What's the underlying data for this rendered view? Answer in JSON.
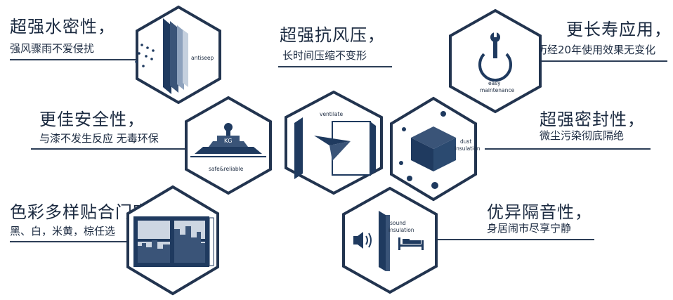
{
  "colors": {
    "navy": "#1f3a5f",
    "outline": "#22344f",
    "text": "#1b2a40",
    "rule": "#2d3e57"
  },
  "features": {
    "waterproof": {
      "title": "超强水密性，",
      "subtitle": "强风骤雨不爱侵扰",
      "icon_label": "antiseep",
      "icon": "glass-pane-icon"
    },
    "wind": {
      "title": "超强抗风压，",
      "subtitle": "长时间压缩不变形",
      "icon_label": "ventilate",
      "icon": "paper-plane-icon"
    },
    "durable": {
      "title": "更长寿应用，",
      "subtitle": "历经20年使用效果无变化",
      "icon_label_1": "easy",
      "icon_label_2": "maintenance",
      "icon": "wrench-power-icon"
    },
    "safety": {
      "title": "更佳安全性，",
      "subtitle": "与漆不发生反应 无毒环保",
      "icon_label": "safe&reliable",
      "weight_label": "KG",
      "icon": "weight-icon"
    },
    "seal": {
      "title": "超强密封性，",
      "subtitle": "微尘污染彻底隔绝",
      "icon_label_1": "dust",
      "icon_label_2": "insulation",
      "icon": "cube-icon"
    },
    "colors": {
      "title": "色彩多样贴合门窗",
      "subtitle": "黑、白，米黄，棕任选",
      "icon": "window-icon"
    },
    "sound": {
      "title": "优异隔音性，",
      "subtitle": "身居闹市尽享宁静",
      "icon_label_1": "sound",
      "icon_label_2": "insulation",
      "icon": "sound-bed-icon"
    }
  }
}
